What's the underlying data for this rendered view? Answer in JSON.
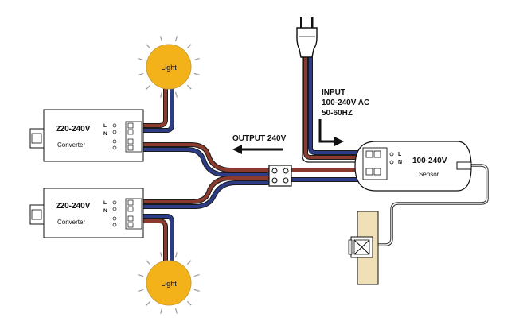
{
  "lights": {
    "top_label": "Light",
    "bottom_label": "Light"
  },
  "converters": [
    {
      "voltage": "220-240V",
      "name": "Converter",
      "l": "L",
      "n": "N"
    },
    {
      "voltage": "220-240V",
      "name": "Converter",
      "l": "L",
      "n": "N"
    }
  ],
  "sensor": {
    "voltage": "100-240V",
    "name": "Sensor",
    "l": "L",
    "n": "N"
  },
  "input": {
    "line1": "INPUT",
    "line2": "100-240V AC",
    "line3": "50-60HZ"
  },
  "output": {
    "label": "OUTPUT 240V"
  },
  "colors": {
    "wire_live": "#8b3a2e",
    "wire_neutral": "#2c3c86",
    "light_fill": "#f3b21a",
    "wood": "#efe0b8"
  }
}
